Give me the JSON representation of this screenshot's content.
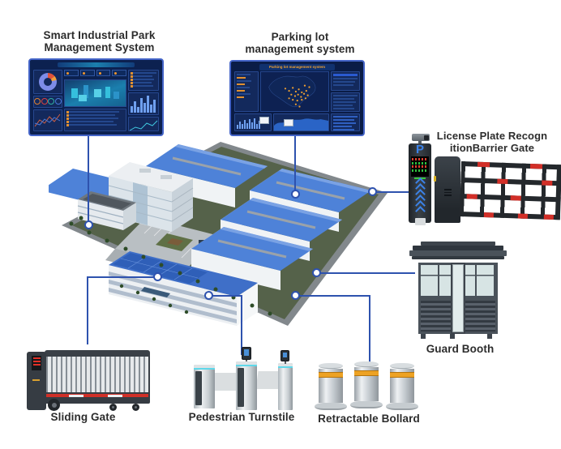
{
  "colors": {
    "connector_blue": "#2e52ae",
    "dashboard_border_blue": "#4464c8",
    "dashboard_bg_navy": "#0c2150",
    "label_text": "#2c2c2c",
    "accent_orange": "#f0a030",
    "warehouse_roof_blue": "#4e82d8",
    "alarm_red": "#d22f28"
  },
  "dashboards": {
    "smart": {
      "title_lines": [
        "Smart Industrial Park",
        "Management System"
      ]
    },
    "parking": {
      "title_lines": [
        "Parking lot",
        "management system"
      ],
      "header": "Parking lot management system"
    }
  },
  "devices": {
    "license_gate": {
      "label_lines": [
        "License Plate Recogn",
        "itionBarrier Gate"
      ],
      "p_sign": "P"
    },
    "guard_booth": {
      "label": "Guard Booth"
    },
    "sliding_gate": {
      "label": "Sliding Gate"
    },
    "pedestrian_turnstile": {
      "label": "Pedestrian Turnstile"
    },
    "retractable_bollard": {
      "label": "Retractable Bollard"
    }
  }
}
